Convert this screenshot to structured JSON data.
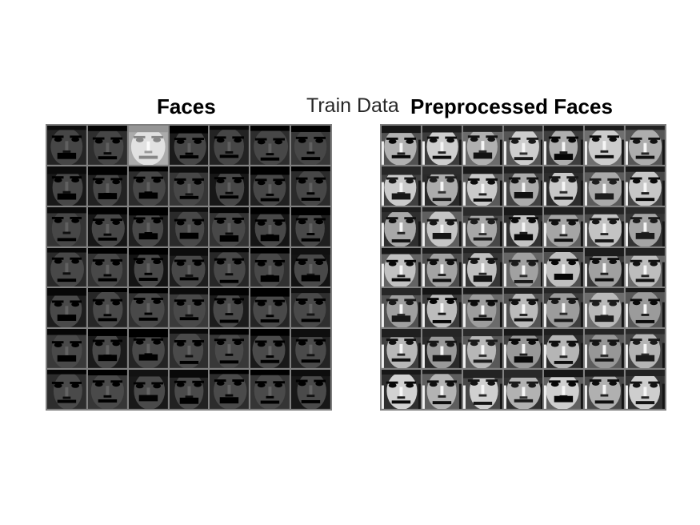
{
  "figure": {
    "suptitle": "Train Data",
    "panels": [
      {
        "title": "Faces",
        "rows": 7,
        "cols": 7,
        "style": "raw-grayscale"
      },
      {
        "title": "Preprocessed Faces",
        "rows": 7,
        "cols": 7,
        "style": "contrast-enhanced"
      }
    ]
  }
}
